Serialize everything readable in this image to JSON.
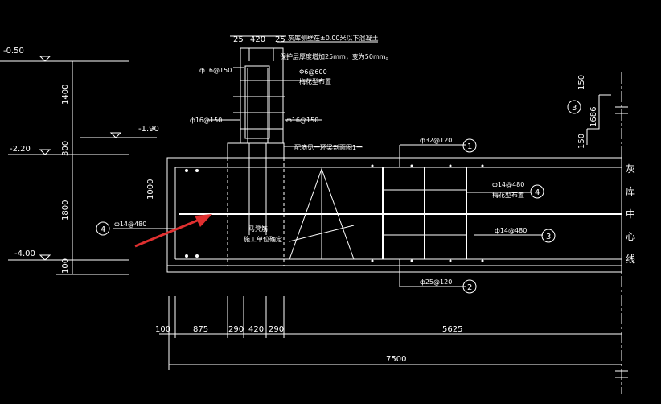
{
  "elevations": [
    "-0.50",
    "-1.90",
    "-2.20",
    "-4.00"
  ],
  "left_dims": [
    "1400",
    "300",
    "1800",
    "100"
  ],
  "left_inner_dim": "1000",
  "top_dims": [
    "25",
    "420",
    "25"
  ],
  "notes": {
    "top_line1": "灰库侧壁在±0.00米以下混凝土",
    "top_line2": "保护层厚度增加25mm，变为50mm。",
    "phi6": "Φ6@600",
    "phi6_sub": "梅花型布置",
    "col_rebar_top": "ф16@150",
    "col_rebar_left": "ф16@150",
    "col_rebar_right": "ф16@150",
    "wall_note": "配筋见一环梁剖面图1一",
    "top_rebar": "ф32@120",
    "mid_rebar": "ф14@480",
    "mid_rebar_sub": "梅花型布置",
    "side_rebar": "ф14@480",
    "right_rebar": "ф14@480",
    "bottom_rebar": "ф25@120",
    "stool_label": "马凳筋",
    "stool_sub": "施工单位确定",
    "center_label": [
      "灰",
      "库",
      "中",
      "心",
      "线"
    ]
  },
  "callouts": [
    "1",
    "4",
    "3",
    "2",
    "4",
    "3"
  ],
  "detail": {
    "dim_a": "150",
    "dim_b": "1686",
    "dim_c": "150",
    "callout": "3"
  },
  "bottom_dims": [
    "100",
    "875",
    "290",
    "420",
    "290",
    "5625"
  ],
  "total_dim": "7500",
  "colors": {
    "background": "#000000",
    "lines": "#ffffff",
    "arrow": "#e03030"
  }
}
